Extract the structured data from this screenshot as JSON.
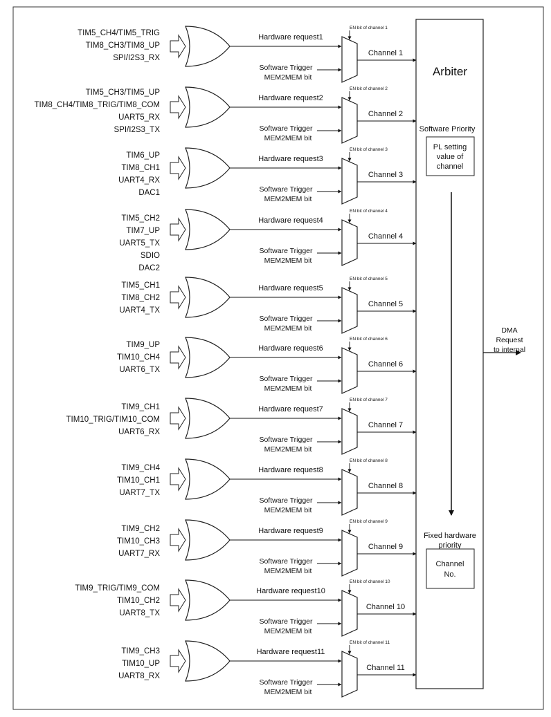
{
  "arbiter": {
    "title": "Arbiter",
    "software_priority_label": "Software Priority",
    "pl_box_lines": [
      "PL setting",
      "value of",
      "channel"
    ],
    "fixed_priority_lines": [
      "Fixed hardware",
      "priority"
    ],
    "channel_no_lines": [
      "Channel",
      "No."
    ]
  },
  "output": {
    "lines": [
      "DMA",
      "Request",
      "to internal"
    ]
  },
  "channels": [
    {
      "sources": [
        "TIM5_CH4/TIM5_TRIG",
        "TIM8_CH3/TIM8_UP",
        "SPI/I2S3_RX"
      ],
      "hw_request": "Hardware request1",
      "sw_trigger": "Software Trigger",
      "mem2mem": "MEM2MEM bit",
      "en_bit": "EN bit of channel 1",
      "channel": "Channel 1"
    },
    {
      "sources": [
        "TIM5_CH3/TIM5_UP",
        "TIM8_CH4/TIM8_TRIG/TIM8_COM",
        "UART5_RX",
        "SPI/I2S3_TX"
      ],
      "hw_request": "Hardware request2",
      "sw_trigger": "Software Trigger",
      "mem2mem": "MEM2MEM bit",
      "en_bit": "EN bit of channel 2",
      "channel": "Channel 2"
    },
    {
      "sources": [
        "TIM6_UP",
        "TIM8_CH1",
        "UART4_RX",
        "DAC1"
      ],
      "hw_request": "Hardware request3",
      "sw_trigger": "Software Trigger",
      "mem2mem": "MEM2MEM bit",
      "en_bit": "EN bit of channel 3",
      "channel": "Channel 3"
    },
    {
      "sources": [
        "TIM5_CH2",
        "TIM7_UP",
        "UART5_TX",
        "SDIO",
        "DAC2"
      ],
      "hw_request": "Hardware request4",
      "sw_trigger": "Software Trigger",
      "mem2mem": "MEM2MEM bit",
      "en_bit": "EN bit of channel 4",
      "channel": "Channel 4"
    },
    {
      "sources": [
        "TIM5_CH1",
        "TIM8_CH2",
        "UART4_TX"
      ],
      "hw_request": "Hardware request5",
      "sw_trigger": "Software Trigger",
      "mem2mem": "MEM2MEM bit",
      "en_bit": "EN bit of channel 5",
      "channel": "Channel 5"
    },
    {
      "sources": [
        "TIM9_UP",
        "TIM10_CH4",
        "UART6_TX"
      ],
      "hw_request": "Hardware request6",
      "sw_trigger": "Software Trigger",
      "mem2mem": "MEM2MEM bit",
      "en_bit": "EN bit of channel 6",
      "channel": "Channel 6"
    },
    {
      "sources": [
        "TIM9_CH1",
        "TIM10_TRIG/TIM10_COM",
        "UART6_RX"
      ],
      "hw_request": "Hardware request7",
      "sw_trigger": "Software Trigger",
      "mem2mem": "MEM2MEM bit",
      "en_bit": "EN bit of channel 7",
      "channel": "Channel 7"
    },
    {
      "sources": [
        "TIM9_CH4",
        "TIM10_CH1",
        "UART7_TX"
      ],
      "hw_request": "Hardware request8",
      "sw_trigger": "Software Trigger",
      "mem2mem": "MEM2MEM bit",
      "en_bit": "EN bit of channel 8",
      "channel": "Channel 8"
    },
    {
      "sources": [
        "TIM9_CH2",
        "TIM10_CH3",
        "UART7_RX"
      ],
      "hw_request": "Hardware request9",
      "sw_trigger": "Software Trigger",
      "mem2mem": "MEM2MEM bit",
      "en_bit": "EN bit of channel 9",
      "channel": "Channel 9"
    },
    {
      "sources": [
        "TIM9_TRIG/TIM9_COM",
        "TIM10_CH2",
        "UART8_TX"
      ],
      "hw_request": "Hardware request10",
      "sw_trigger": "Software Trigger",
      "mem2mem": "MEM2MEM bit",
      "en_bit": "EN bit of channel 10",
      "channel": "Channel 10"
    },
    {
      "sources": [
        "TIM9_CH3",
        "TIM10_UP",
        "UART8_RX"
      ],
      "hw_request": "Hardware request11",
      "sw_trigger": "Software Trigger",
      "mem2mem": "MEM2MEM bit",
      "en_bit": "EN bit of channel 11",
      "channel": "Channel 11"
    }
  ]
}
